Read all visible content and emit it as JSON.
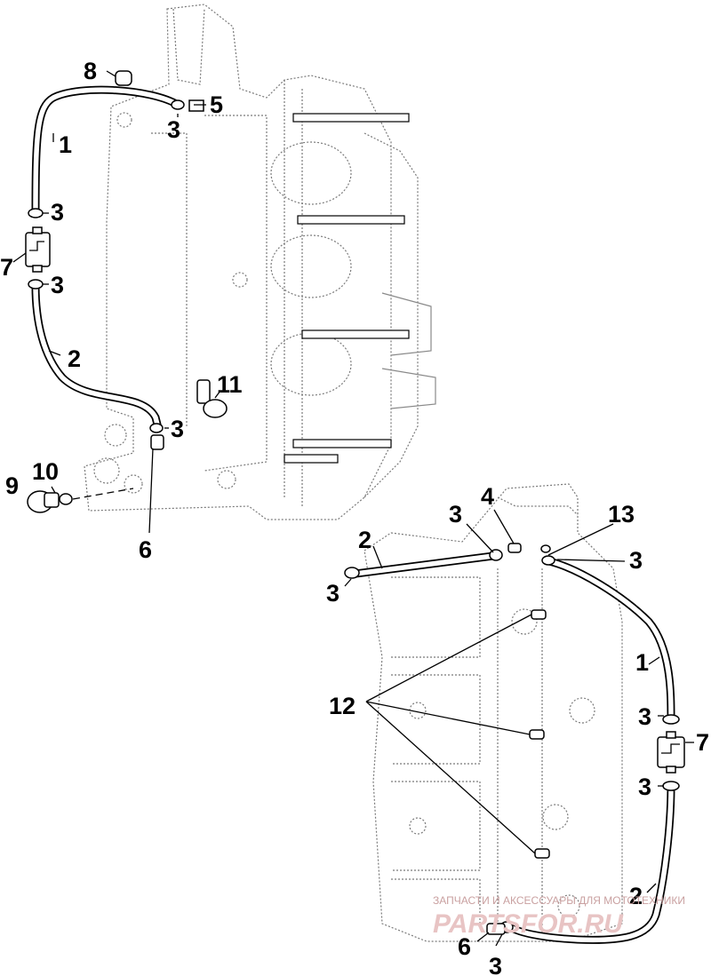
{
  "callouts": {
    "c1_top": "1",
    "c3_a": "3",
    "c5": "5",
    "c8": "8",
    "c3_b": "3",
    "c7_top": "7",
    "c3_c": "3",
    "c2_top": "2",
    "c11": "11",
    "c3_d": "3",
    "c9": "9",
    "c10": "10",
    "c6_top": "6",
    "c3_e": "3",
    "c4": "4",
    "c13": "13",
    "c2_bot": "2",
    "c3_f": "3",
    "c3_g": "3",
    "c1_bot": "1",
    "c12": "12",
    "c3_h": "3",
    "c7_bot": "7",
    "c3_i": "3",
    "c2_bot2": "2",
    "c6_bot": "6",
    "c3_j": "3"
  },
  "watermark": {
    "tagline": "ЗАПЧАСТИ И АКСЕССУАРЫ ДЛЯ МОТОТЕХНИКИ",
    "logo": "PARTSFOR.RU"
  }
}
